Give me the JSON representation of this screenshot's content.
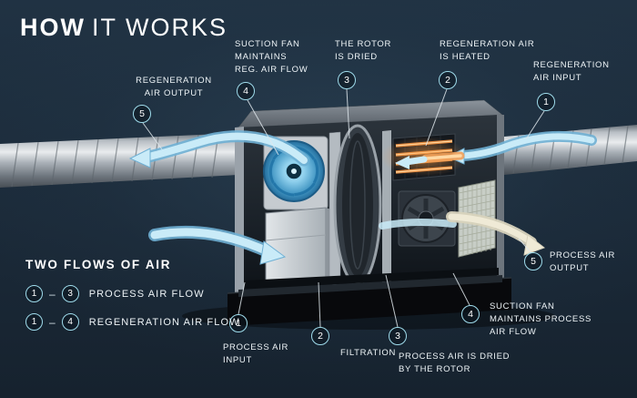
{
  "title": {
    "bold": "HOW",
    "light": "IT WORKS"
  },
  "colors": {
    "background": "#1b2a39",
    "accent_blue": "#9fdcec",
    "arrow_blue": "#c9ebf8",
    "arrow_cream": "#efead6",
    "heater_orange": "#f2a058",
    "text": "#ffffff"
  },
  "callouts": {
    "top": [
      {
        "num": "5",
        "label": "REGENERATION\nAIR OUTPUT"
      },
      {
        "num": "4",
        "label": "SUCTION FAN\nMAINTAINS\nREG. AIR FLOW"
      },
      {
        "num": "3",
        "label": "THE ROTOR\nIS DRIED"
      },
      {
        "num": "2",
        "label": "REGENERATION AIR\nIS HEATED"
      },
      {
        "num": "1",
        "label": "REGENERATION\nAIR INPUT"
      }
    ],
    "bottom": [
      {
        "num": "1",
        "label": "PROCESS AIR\nINPUT"
      },
      {
        "num": "2",
        "label": "FILTRATION"
      },
      {
        "num": "3",
        "label": "PROCESS AIR IS DRIED\nBY THE ROTOR"
      },
      {
        "num": "4",
        "label": "SUCTION FAN\nMAINTAINS PROCESS\nAIR FLOW"
      },
      {
        "num": "5",
        "label": "PROCESS AIR\nOUTPUT"
      }
    ]
  },
  "legend": {
    "title": "TWO FLOWS OF AIR",
    "rows": [
      {
        "from": "1",
        "to": "3",
        "dash": "–",
        "label": "PROCESS AIR FLOW"
      },
      {
        "from": "1",
        "to": "4",
        "dash": "–",
        "label": "REGENERATION AIR FLOW"
      }
    ]
  }
}
